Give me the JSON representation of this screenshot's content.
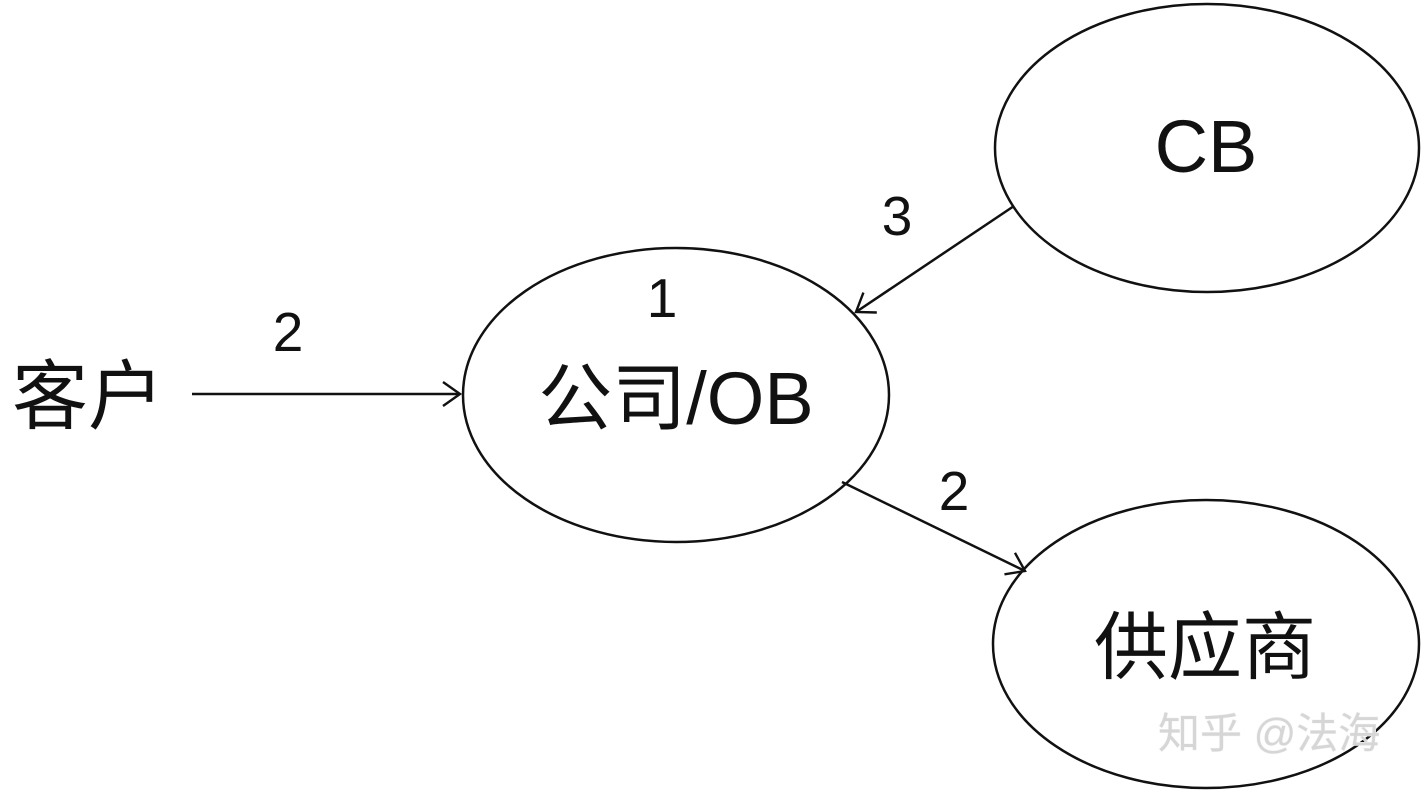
{
  "meta": {
    "background": "#ffffff",
    "stroke_color": "#111111",
    "text_color": "#111111",
    "watermark_color": "#d6d6d6"
  },
  "nodes": {
    "customer": {
      "label": "客户",
      "type": "plain-text"
    },
    "company": {
      "label": "公司/OB",
      "step_number": "1",
      "type": "ellipse"
    },
    "cb": {
      "label": "CB",
      "type": "ellipse"
    },
    "supplier": {
      "label": "供应商",
      "type": "ellipse"
    }
  },
  "edges": [
    {
      "id": "customer-to-company",
      "from": "customer",
      "to": "company",
      "label": "2"
    },
    {
      "id": "cb-to-company",
      "from": "cb",
      "to": "company",
      "label": "3"
    },
    {
      "id": "company-to-supplier",
      "from": "company",
      "to": "supplier",
      "label": "2"
    }
  ],
  "watermark": {
    "label": "知乎 @法海"
  }
}
